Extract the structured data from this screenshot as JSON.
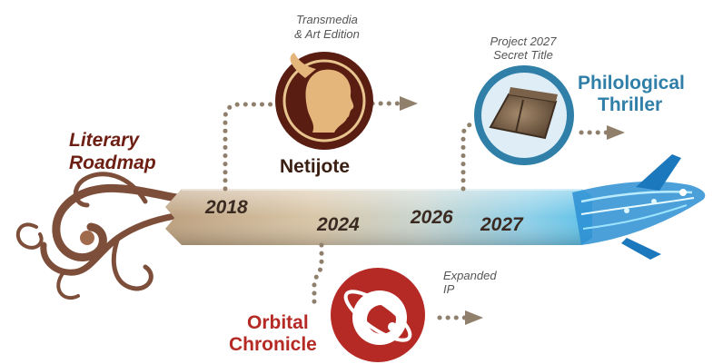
{
  "roadmap_title": {
    "line1": "Literary",
    "line2": "Roadmap"
  },
  "years": [
    "2018",
    "2024",
    "2026",
    "2027"
  ],
  "milestones": [
    {
      "name": "Netijote",
      "subtitle_line1": "Transmedia",
      "subtitle_line2": "& Art Edition",
      "icon": "silhouette-profile-icon",
      "color": "#5a1d12"
    },
    {
      "name_line1": "Orbital",
      "name_line2": "Chronicle",
      "subtitle_line1": "Expanded",
      "subtitle_line2": "IP",
      "icon": "orbit-planet-icon",
      "color": "#b52a25"
    },
    {
      "name_line1": "Philological",
      "name_line2": "Thriller",
      "subtitle_line1": "Project 2027",
      "subtitle_line2": "Secret Title",
      "icon": "old-book-icon",
      "color": "#2f7fa8"
    }
  ],
  "colors": {
    "dots": "#8f7f6b",
    "bar_start": "#c5ab8c",
    "bar_end": "#6ec6e6",
    "ornament": "#7d4f3a",
    "rocket": "#2b8fd3"
  }
}
